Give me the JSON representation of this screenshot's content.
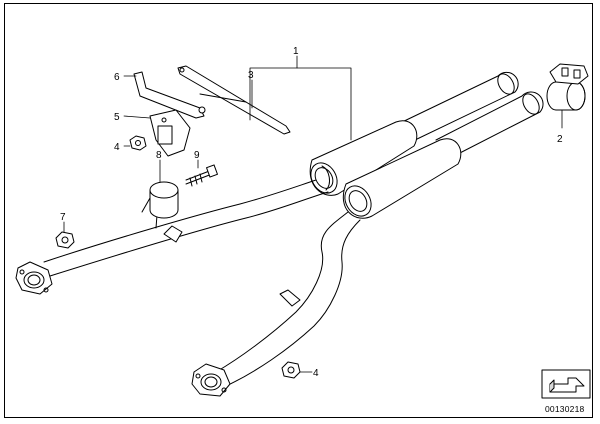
{
  "diagram": {
    "reference_number": "00130218",
    "callouts": [
      {
        "id": "c1",
        "text": "1"
      },
      {
        "id": "c2",
        "text": "2"
      },
      {
        "id": "c3",
        "text": "3"
      },
      {
        "id": "c4a",
        "text": "4"
      },
      {
        "id": "c4b",
        "text": "4"
      },
      {
        "id": "c5",
        "text": "5"
      },
      {
        "id": "c6",
        "text": "6"
      },
      {
        "id": "c7",
        "text": "7"
      },
      {
        "id": "c8",
        "text": "8"
      },
      {
        "id": "c9",
        "text": "9"
      }
    ]
  },
  "icons": {
    "corner": "arrow-corner-icon"
  },
  "colors": {
    "line": "#000000",
    "fill": "#ffffff",
    "shade": "#d8d8d8"
  }
}
